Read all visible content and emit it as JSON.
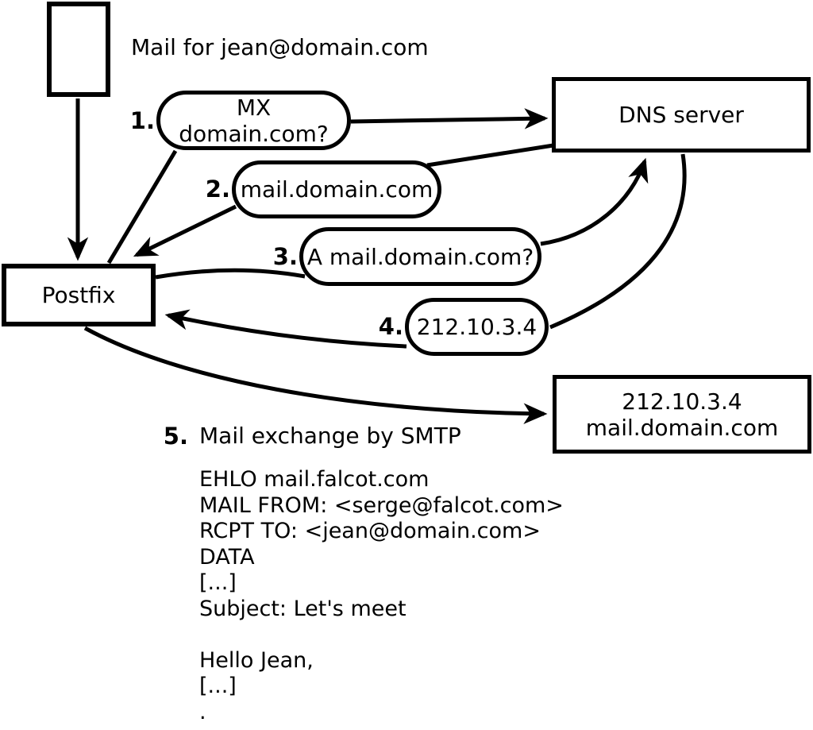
{
  "title": "Mail for jean@domain.com",
  "nodes": {
    "postfix": "Postfix",
    "dns_server": "DNS server",
    "mail_server_line1": "212.10.3.4",
    "mail_server_line2": "mail.domain.com"
  },
  "steps": [
    {
      "number": "1.",
      "label": "MX domain.com?"
    },
    {
      "number": "2.",
      "label": "mail.domain.com"
    },
    {
      "number": "3.",
      "label": "A mail.domain.com?"
    },
    {
      "number": "4.",
      "label": "212.10.3.4"
    },
    {
      "number": "5.",
      "label": "Mail exchange by SMTP"
    }
  ],
  "smtp_session": [
    "EHLO mail.falcot.com",
    "MAIL FROM: <serge@falcot.com>",
    "RCPT TO: <jean@domain.com>",
    "DATA",
    "[...]",
    "Subject: Let's meet",
    "",
    "Hello Jean,",
    "[...]",
    "."
  ],
  "colors": {
    "stroke": "#000000",
    "background": "#ffffff"
  }
}
